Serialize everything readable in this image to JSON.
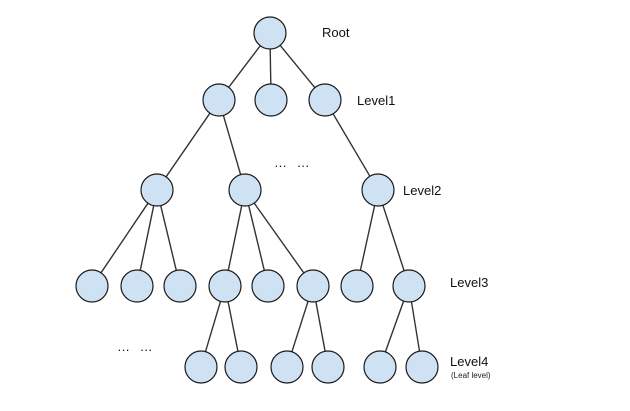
{
  "labels": {
    "root": "Root",
    "level1": "Level1",
    "level2": "Level2",
    "level3": "Level3",
    "level4": "Level4",
    "level4_note": "(Leaf level)"
  },
  "ellipses": {
    "level2_gap": "…   …",
    "level4_gap": "…   …"
  },
  "colors": {
    "node_fill": "#cfe2f3",
    "node_stroke": "#1a1a1a",
    "edge": "#333333"
  },
  "tree": {
    "root": {
      "children": [
        {
          "children": [
            {
              "children": [
                {
                  "children": []
                },
                {
                  "children": []
                },
                {
                  "children": []
                }
              ]
            },
            {
              "children": [
                {
                  "children": [
                    {
                      "children": []
                    },
                    {
                      "children": []
                    }
                  ]
                },
                {
                  "children": []
                },
                {
                  "children": [
                    {
                      "children": []
                    },
                    {
                      "children": []
                    }
                  ]
                }
              ]
            }
          ]
        },
        {
          "children": []
        },
        {
          "children": [
            {
              "children": [
                {
                  "children": []
                },
                {
                  "children": [
                    {
                      "children": []
                    },
                    {
                      "children": []
                    }
                  ]
                }
              ]
            }
          ]
        }
      ]
    }
  }
}
